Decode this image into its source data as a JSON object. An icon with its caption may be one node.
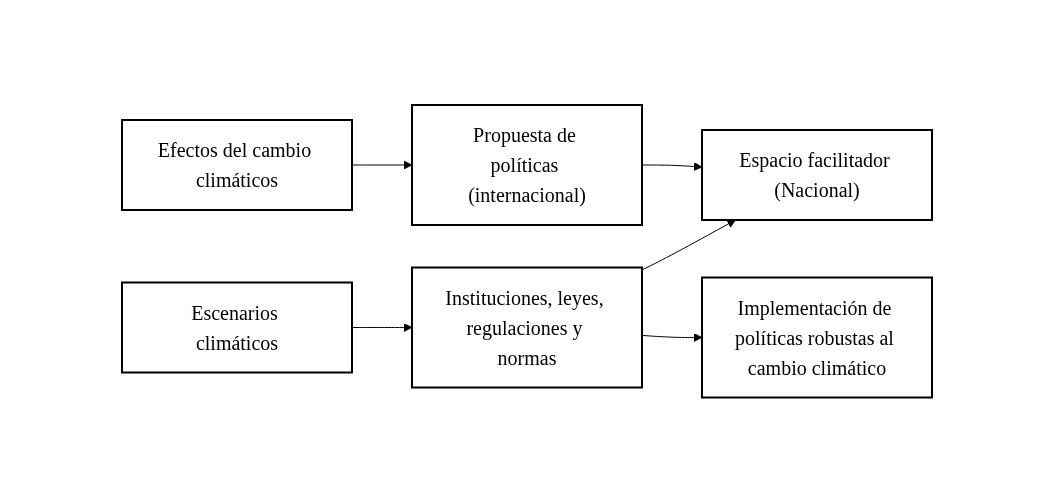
{
  "diagram": {
    "nodes": [
      {
        "text": [
          "Efectos del cambio climáticos"
        ]
      },
      {
        "text": [
          "Propuesta de políticas (internacional)"
        ]
      },
      {
        "text": [
          "Espacio facilitador (Nacional)"
        ]
      },
      {
        "text": [
          "Implementación de políticas robustas al cambio climático"
        ]
      },
      {
        "text": [
          "Escenarios climáticos"
        ]
      },
      {
        "text": [
          "Instituciones, leyes, regulaciones y normas"
        ]
      }
    ],
    "edges": [
      {
        "from": 0,
        "to": 1,
        "arrow": "to"
      },
      {
        "from": 1,
        "to": 2,
        "arrow": "to"
      },
      {
        "from": 5,
        "to": 2,
        "arrow": "to"
      },
      {
        "from": 5,
        "to": 3,
        "arrow": "to"
      },
      {
        "from": 4,
        "to": 5,
        "arrow": "to"
      }
    ]
  }
}
